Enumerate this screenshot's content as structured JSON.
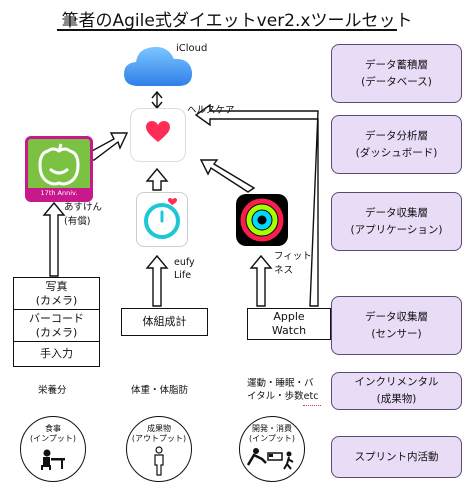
{
  "title": "筆者のAgile式ダイエットver2.xツールセット",
  "icons": {
    "icloud_label": "iCloud",
    "healthcare_label": "ヘルスケア",
    "asuken_label_1": "あすけん",
    "asuken_label_2": "(有償)",
    "asuken_badge": "17th Anniv.",
    "eufy_label_1": "eufy",
    "eufy_label_2": "Life",
    "fitness_label_1": "フィット",
    "fitness_label_2": "ネス"
  },
  "inputs": {
    "photo_1": "写真",
    "photo_2": "(カメラ)",
    "barcode_1": "バーコード",
    "barcode_2": "(カメラ)",
    "manual": "手入力",
    "scale": "体組成計",
    "watch_1": "Apple",
    "watch_2": "Watch"
  },
  "outputs": {
    "nutrition": "栄養分",
    "weight": "体重・体脂肪",
    "activity_1": "運動・睡眠・バ",
    "activity_2": "イタル・歩数etc"
  },
  "activities": {
    "meal_1": "食事",
    "meal_2": "(インプット)",
    "result_1": "成果物",
    "result_2": "(アウトプット)",
    "dev_1": "開発・消費",
    "dev_2": "(インプット)"
  },
  "layers": [
    {
      "line1": "データ蓄積層",
      "line2": "(データベース)"
    },
    {
      "line1": "データ分析層",
      "line2": "(ダッシュボード)"
    },
    {
      "line1": "データ収集層",
      "line2": "(アプリケーション)"
    },
    {
      "line1": "データ収集層",
      "line2": "(センサー)"
    },
    {
      "line1": "インクリメンタル",
      "line2": "(成果物)"
    },
    {
      "line1": "スプリント内活動",
      "line2": ""
    }
  ],
  "colors": {
    "layer_fill": "#e8dcf6",
    "layer_border": "#5b4a75",
    "icloud": "#3b9cf0",
    "health_heart": "#ff2d55",
    "asuken_green": "#7cc242",
    "asuken_magenta": "#c8198c",
    "eufy_teal": "#1bc8d4",
    "activity_red": "#fa1e4e",
    "activity_green": "#a6ff00",
    "activity_blue": "#00d8ff"
  }
}
